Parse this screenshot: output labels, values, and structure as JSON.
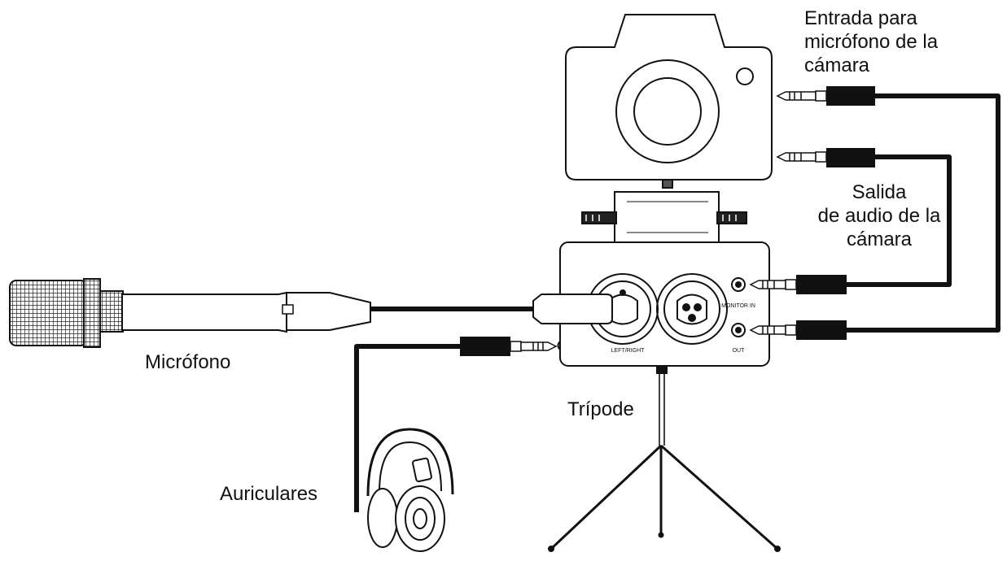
{
  "labels": {
    "microphone": "Micrófono",
    "tripod": "Trípode",
    "headphones": "Auriculares",
    "camera_mic_input": [
      "Entrada para",
      "micrófono de la",
      "cámara"
    ],
    "camera_audio_output": [
      "Salida",
      "de audio de la",
      "cámara"
    ]
  },
  "device": {
    "input_label": "LEFT/RIGHT",
    "monitor_label": "MONITOR IN",
    "out_label": "OUT"
  },
  "colors": {
    "line": "#111111",
    "background": "#ffffff"
  }
}
